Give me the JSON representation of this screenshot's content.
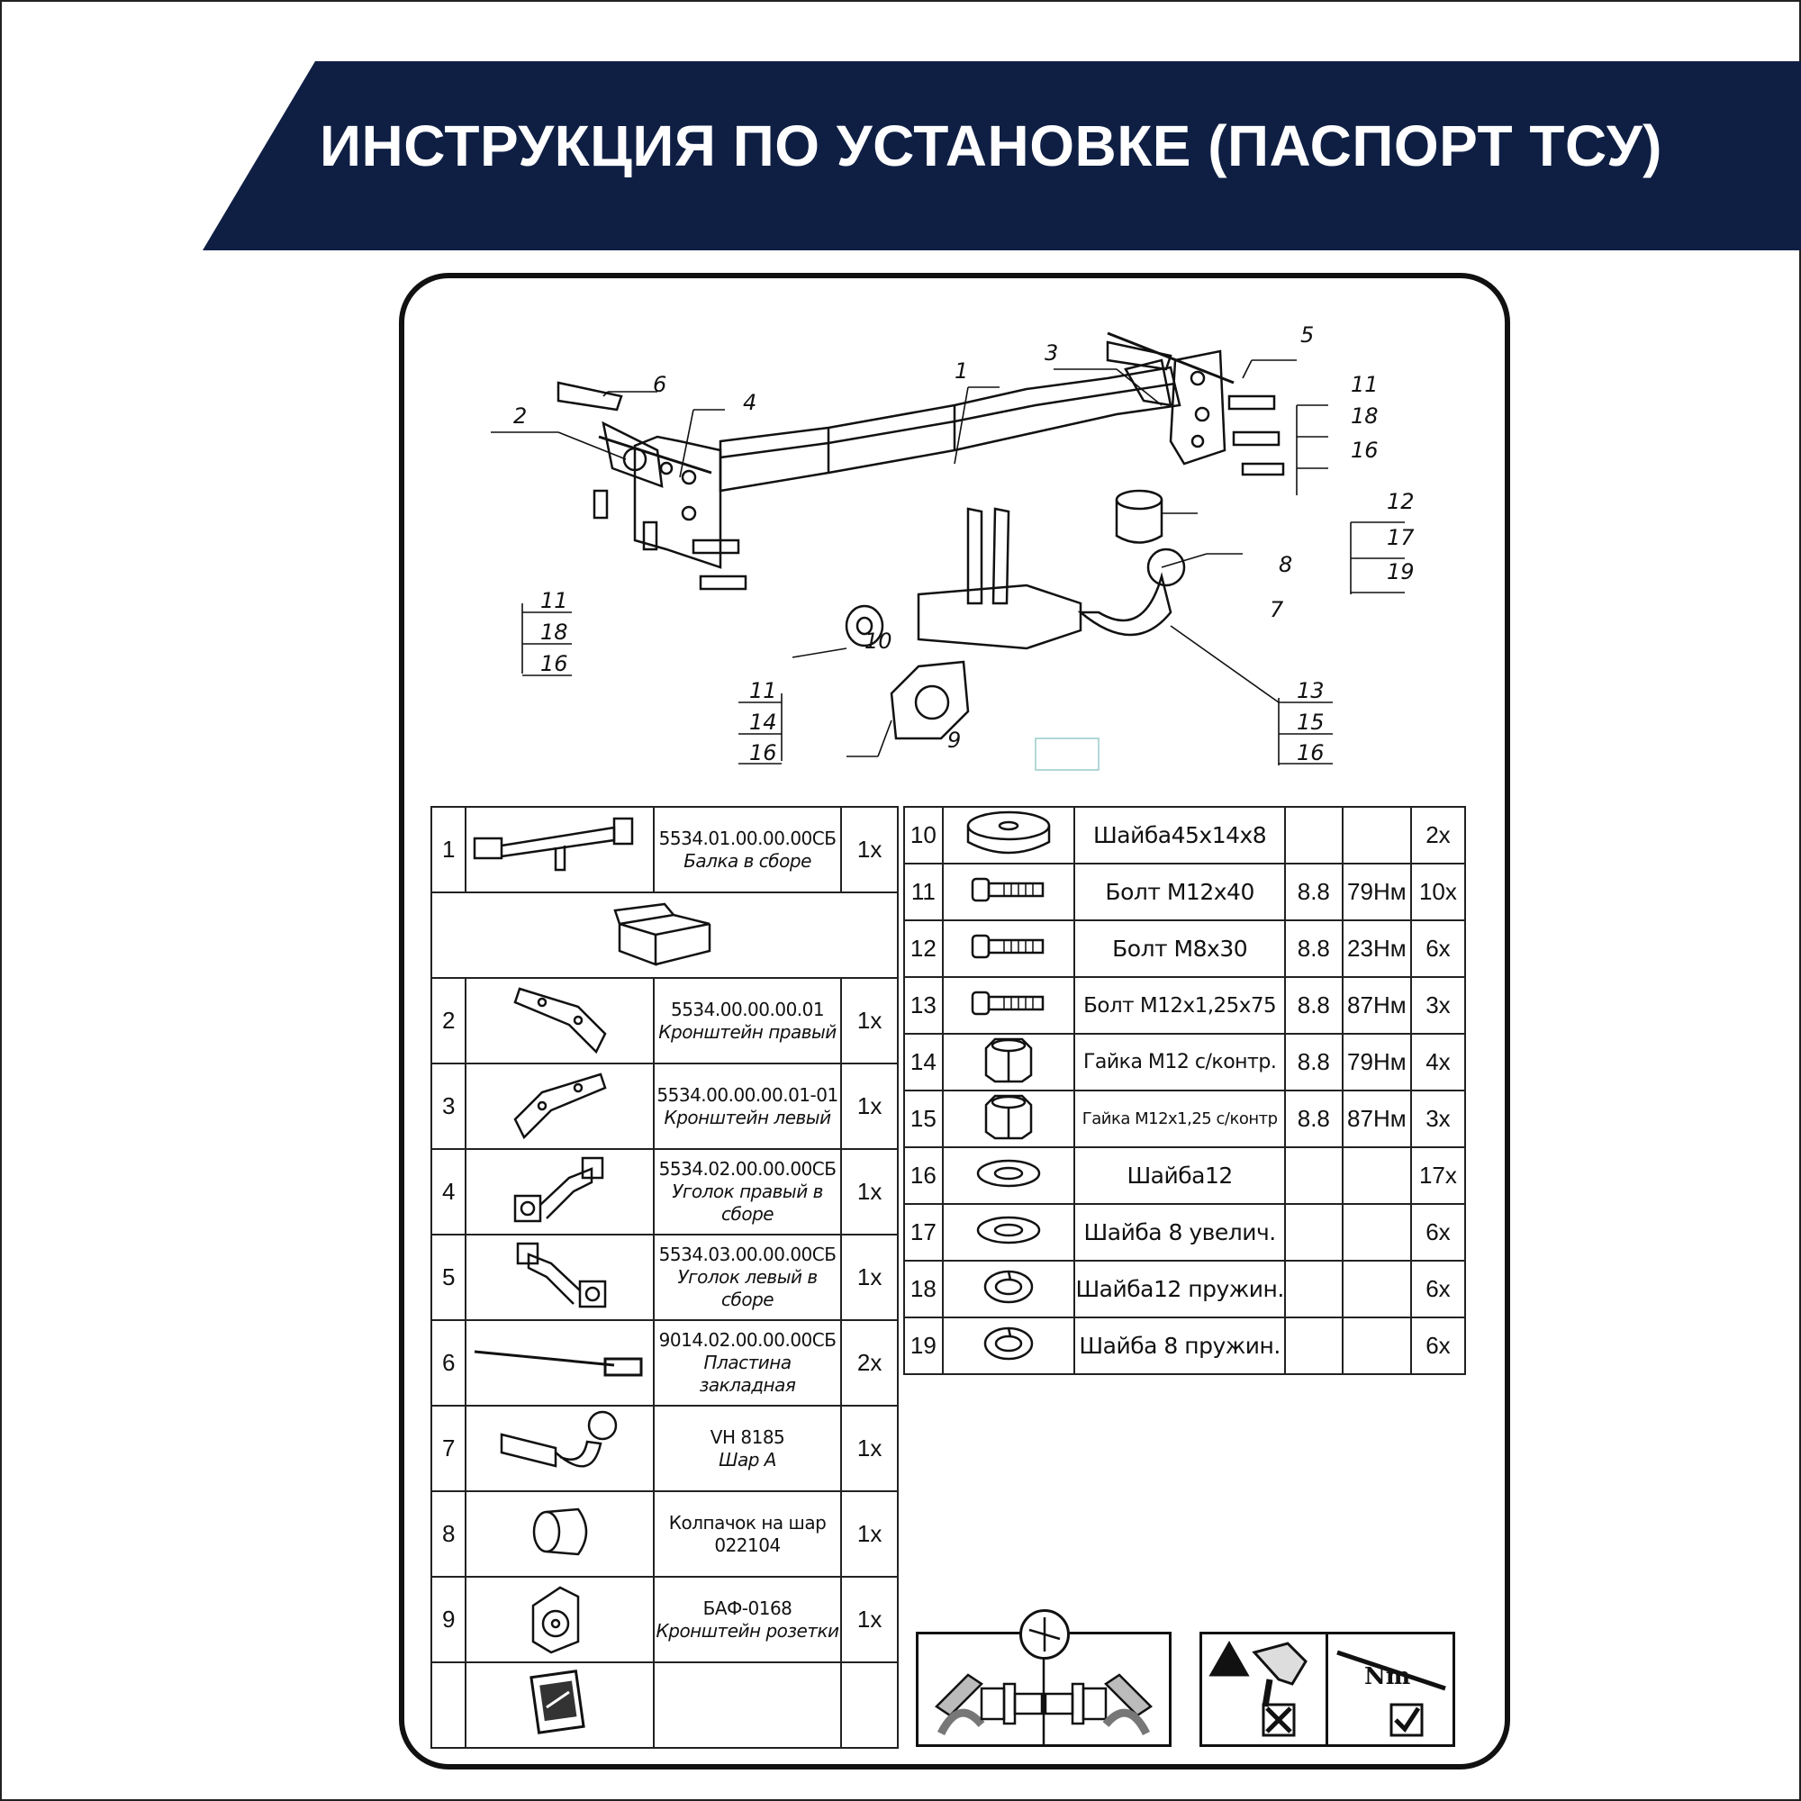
{
  "header": {
    "title": "ИНСТРУКЦИЯ ПО УСТАНОВКЕ (ПАСПОРТ ТСУ)",
    "colors": {
      "banner": "#0f1f44",
      "text": "#ffffff"
    }
  },
  "diagram": {
    "callouts": [
      "1",
      "2",
      "3",
      "4",
      "5",
      "6",
      "7",
      "8",
      "9",
      "10",
      "11",
      "18",
      "16",
      "11",
      "14",
      "16",
      "11",
      "18",
      "16",
      "12",
      "17",
      "19",
      "13",
      "15",
      "16"
    ]
  },
  "parts_left": [
    {
      "num": "1",
      "code": "5534.01.00.00.00СБ",
      "name": "Балка в сборе",
      "qty": "1x",
      "icon": "beam-icon"
    },
    {
      "num": "2",
      "code": "5534.00.00.00.01",
      "name": "Кронштейн правый",
      "qty": "1x",
      "icon": "bracket-right-icon"
    },
    {
      "num": "3",
      "code": "5534.00.00.00.01-01",
      "name": "Кронштейн левый",
      "qty": "1x",
      "icon": "bracket-left-icon"
    },
    {
      "num": "4",
      "code": "5534.02.00.00.00СБ",
      "name": "Уголок правый в сборе",
      "qty": "1x",
      "icon": "angle-right-icon"
    },
    {
      "num": "5",
      "code": "5534.03.00.00.00СБ",
      "name": "Уголок левый в сборе",
      "qty": "1x",
      "icon": "angle-left-icon"
    },
    {
      "num": "6",
      "code": "9014.02.00.00.00СБ",
      "name": "Пластина закладная",
      "qty": "2x",
      "icon": "plate-icon"
    },
    {
      "num": "7",
      "code": "VH 8185",
      "name": "Шар A",
      "qty": "1x",
      "icon": "tow-ball-icon"
    },
    {
      "num": "8",
      "code": "Колпачок на шар",
      "name": "022104",
      "qty": "1x",
      "icon": "ball-cap-icon"
    },
    {
      "num": "9",
      "code": "БАФ-0168",
      "name": "Кронштейн розетки",
      "qty": "1x",
      "icon": "socket-bracket-icon"
    }
  ],
  "parts_right": [
    {
      "num": "10",
      "name": "Шайба45х14х8",
      "class": "",
      "torque": "",
      "qty": "2x",
      "icon": "washer-large-icon"
    },
    {
      "num": "11",
      "name": "Болт М12х40",
      "class": "8.8",
      "torque": "79Нм",
      "qty": "10x",
      "icon": "bolt-icon"
    },
    {
      "num": "12",
      "name": "Болт М8х30",
      "class": "8.8",
      "torque": "23Нм",
      "qty": "6x",
      "icon": "bolt-icon"
    },
    {
      "num": "13",
      "name": "Болт М12х1,25х75",
      "class": "8.8",
      "torque": "87Нм",
      "qty": "3x",
      "icon": "bolt-icon"
    },
    {
      "num": "14",
      "name": "Гайка М12 с/контр.",
      "class": "8.8",
      "torque": "79Нм",
      "qty": "4x",
      "icon": "hex-nut-icon"
    },
    {
      "num": "15",
      "name": "Гайка М12х1,25 с/контр",
      "class": "8.8",
      "torque": "87Нм",
      "qty": "3x",
      "icon": "hex-nut-icon"
    },
    {
      "num": "16",
      "name": "Шайба12",
      "class": "",
      "torque": "",
      "qty": "17x",
      "icon": "flat-washer-icon"
    },
    {
      "num": "17",
      "name": "Шайба 8 увелич.",
      "class": "",
      "torque": "",
      "qty": "6x",
      "icon": "flat-washer-icon"
    },
    {
      "num": "18",
      "name": "Шайба12 пружин.",
      "class": "",
      "torque": "",
      "qty": "6x",
      "icon": "spring-washer-icon"
    },
    {
      "num": "19",
      "name": "Шайба 8 пружин.",
      "class": "",
      "torque": "",
      "qty": "6x",
      "icon": "spring-washer-icon"
    }
  ],
  "icons": {
    "box": "packaging-box-icon",
    "manual": "instruction-manual-icon",
    "wrench": "wrench-tightening-icon",
    "impact_gun": "impact-wrench-prohibited-icon",
    "torque_wrench": "torque-wrench-allowed-icon",
    "torque_label": "Nm"
  }
}
